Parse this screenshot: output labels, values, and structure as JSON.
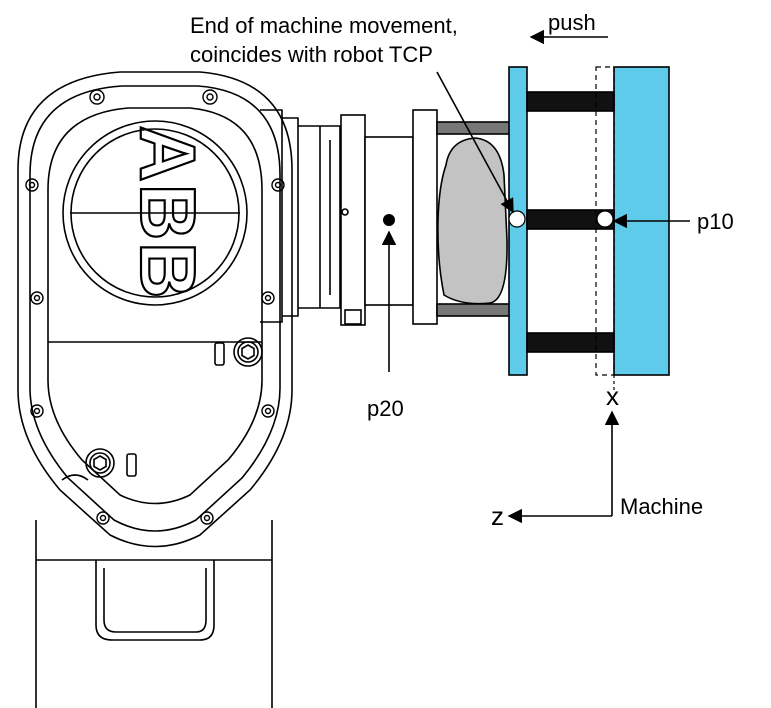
{
  "annotations": {
    "end_of_movement_line1": "End of machine movement,",
    "end_of_movement_line2": "coincides with robot TCP",
    "push": "push",
    "p10": "p10",
    "p20": "p20",
    "x_axis": "x",
    "z_axis": "z",
    "machine": "Machine"
  },
  "logo": {
    "text": "ABB"
  },
  "colors": {
    "plate": "#5ecbeb",
    "workpiece": "#c3c3c3",
    "bar": "#111111",
    "outline": "#000000",
    "point_fill_white": "#ffffff",
    "point_fill_black": "#000000"
  },
  "icons": {
    "push_arrow": "arrow-left-icon",
    "axis_arrows": "axis-arrow-icon",
    "bolt": "hex-bolt-icon"
  }
}
